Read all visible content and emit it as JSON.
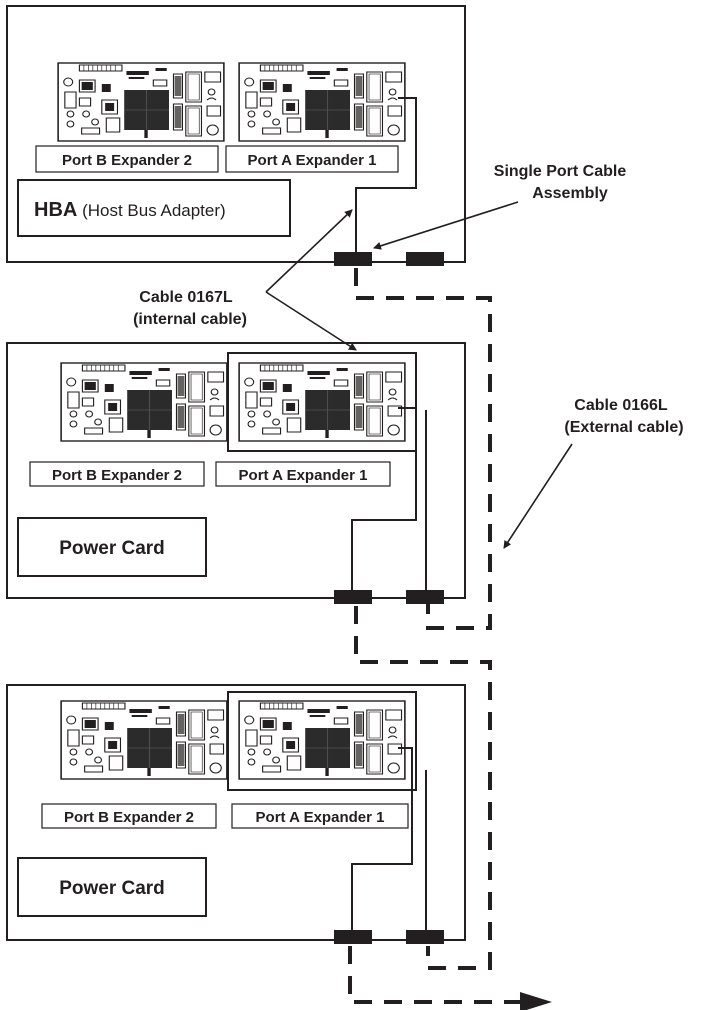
{
  "enclosures": [
    {
      "port_b_label": "Port B Expander 2",
      "port_a_label": "Port A Expander 1",
      "hba_bold": "HBA",
      "hba_rest": " (Host Bus Adapter)"
    },
    {
      "port_b_label": "Port B Expander 2",
      "port_a_label": "Port A Expander 1",
      "card_label": "Power Card"
    },
    {
      "port_b_label": "Port B Expander 2",
      "port_a_label": "Port A Expander 1",
      "card_label": "Power Card"
    }
  ],
  "callouts": {
    "single_port_line1": "Single Port Cable",
    "single_port_line2": "Assembly",
    "internal_line1": "Cable 0167L",
    "internal_line2": "(internal cable)",
    "external_line1": "Cable 0166L",
    "external_line2": "(External cable)"
  },
  "colors": {
    "ink": "#231f20",
    "background": "#ffffff",
    "chip": "#2b2b2b"
  }
}
